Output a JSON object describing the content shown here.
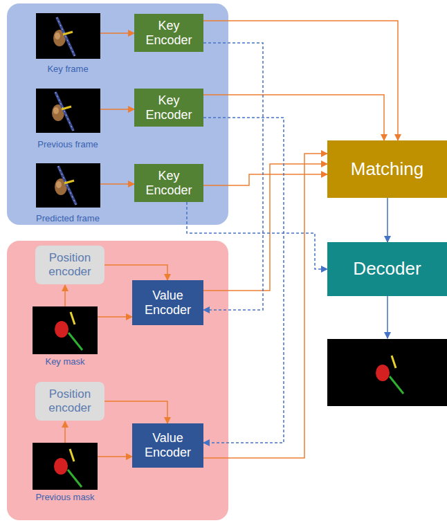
{
  "diagram": {
    "nodes": [
      {
        "text": [
          "Key Encoder"
        ]
      },
      {
        "text": [
          "Key Encoder"
        ]
      },
      {
        "text": [
          "Key Encoder"
        ]
      },
      {
        "text": [
          "Position encoder"
        ]
      },
      {
        "text": [
          "Value Encoder"
        ]
      },
      {
        "text": [
          "Position encoder"
        ]
      },
      {
        "text": [
          "Value Encoder"
        ]
      },
      {
        "text": [
          "Matching"
        ]
      },
      {
        "text": [
          "Decoder"
        ]
      }
    ],
    "edges": [
      {
        "from": 0,
        "to": 7,
        "arrow": "to"
      },
      {
        "from": 1,
        "to": 7,
        "arrow": "to"
      },
      {
        "from": 2,
        "to": 7,
        "arrow": "to"
      },
      {
        "from": 4,
        "to": 7,
        "arrow": "to"
      },
      {
        "from": 6,
        "to": 7,
        "arrow": "to"
      },
      {
        "from": 0,
        "to": 4,
        "arrow": "to"
      },
      {
        "from": 1,
        "to": 6,
        "arrow": "to"
      },
      {
        "from": 2,
        "to": 8,
        "arrow": "to"
      },
      {
        "from": 7,
        "to": 8,
        "arrow": "to"
      },
      {
        "from": 3,
        "to": 4,
        "arrow": "to"
      },
      {
        "from": 5,
        "to": 6,
        "arrow": "to"
      }
    ],
    "labels": [
      "Key frame",
      "Previous frame",
      "Predicted frame",
      "Key mask",
      "Previous mask"
    ]
  }
}
